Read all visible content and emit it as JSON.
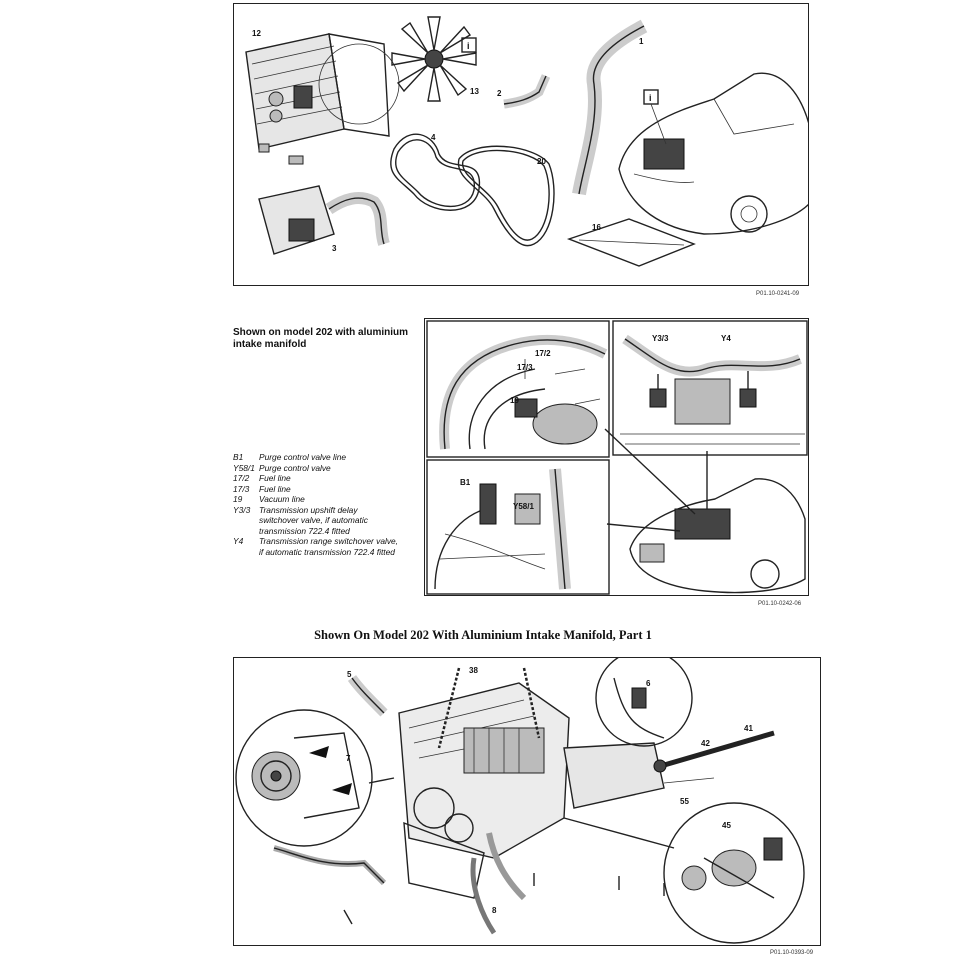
{
  "diagram1": {
    "callouts": [
      "1",
      "2",
      "3",
      "4",
      "12",
      "13",
      "16",
      "20"
    ],
    "ref": "P01.10-0241-09"
  },
  "diagram2": {
    "heading_line1": "Shown on model 202 with aluminium",
    "heading_line2": "intake manifold",
    "callouts": [
      "17/2",
      "17/3",
      "19",
      "Y3/3",
      "Y4",
      "B1",
      "Y58/1"
    ],
    "ref": "P01.10-0242-06",
    "legend": [
      {
        "code": "B1",
        "lines": [
          "Purge control valve line"
        ]
      },
      {
        "code": "Y58/1",
        "lines": [
          "Purge control valve"
        ]
      },
      {
        "code": "17/2",
        "lines": [
          "Fuel line"
        ]
      },
      {
        "code": "17/3",
        "lines": [
          "Fuel line"
        ]
      },
      {
        "code": "19",
        "lines": [
          "Vacuum line"
        ]
      },
      {
        "code": "Y3/3",
        "lines": [
          "Transmission upshift delay",
          "switchover valve, if automatic",
          "transmission 722.4 fitted"
        ]
      },
      {
        "code": "Y4",
        "lines": [
          "Transmission range switchover valve,",
          "if automatic transmission 722.4 fitted"
        ]
      }
    ]
  },
  "caption": "Shown On Model 202 With Aluminium Intake Manifold, Part 1",
  "diagram3": {
    "callouts": [
      "5",
      "6",
      "7",
      "8",
      "38",
      "41",
      "42",
      "45",
      "55"
    ],
    "ref": "P01.10-0393-09"
  }
}
